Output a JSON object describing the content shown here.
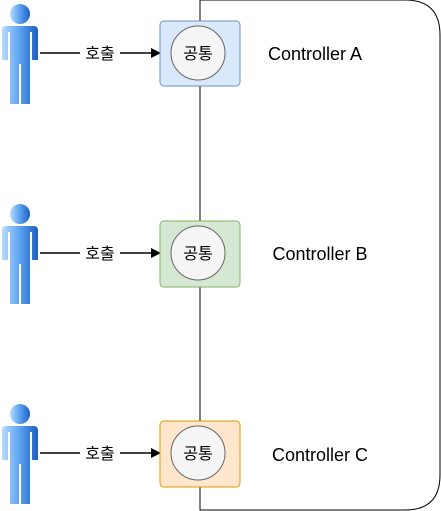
{
  "common_label": "공통",
  "call_label": "호출",
  "rows": [
    {
      "controller": "Controller A",
      "fill": "#dae8fc",
      "stroke": "#6c8ebf"
    },
    {
      "controller": "Controller B",
      "fill": "#d5e8d4",
      "stroke": "#82b366"
    },
    {
      "controller": "Controller C",
      "fill": "#ffe6cc",
      "stroke": "#d79b00"
    }
  ],
  "colors": {
    "actor_light": "#8ec5ff",
    "actor_dark": "#1f5fbf",
    "circle_fill": "#f5f5f5",
    "circle_stroke": "#666666"
  },
  "icons": {
    "actor": "user-figure-icon"
  }
}
